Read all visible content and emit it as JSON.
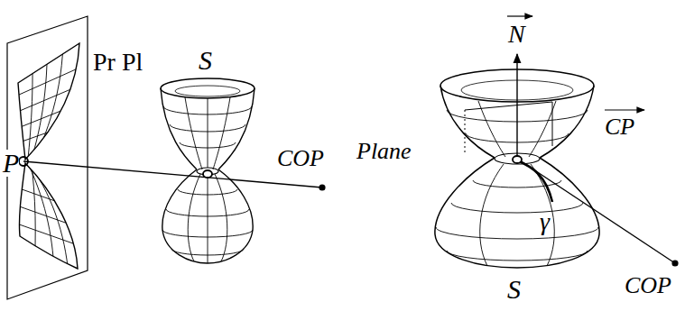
{
  "diagram": {
    "labels": [
      "Pr Pl",
      "P",
      "S",
      "COP",
      "N",
      "Plane",
      "CP",
      "COP",
      "γ",
      "S"
    ]
  }
}
